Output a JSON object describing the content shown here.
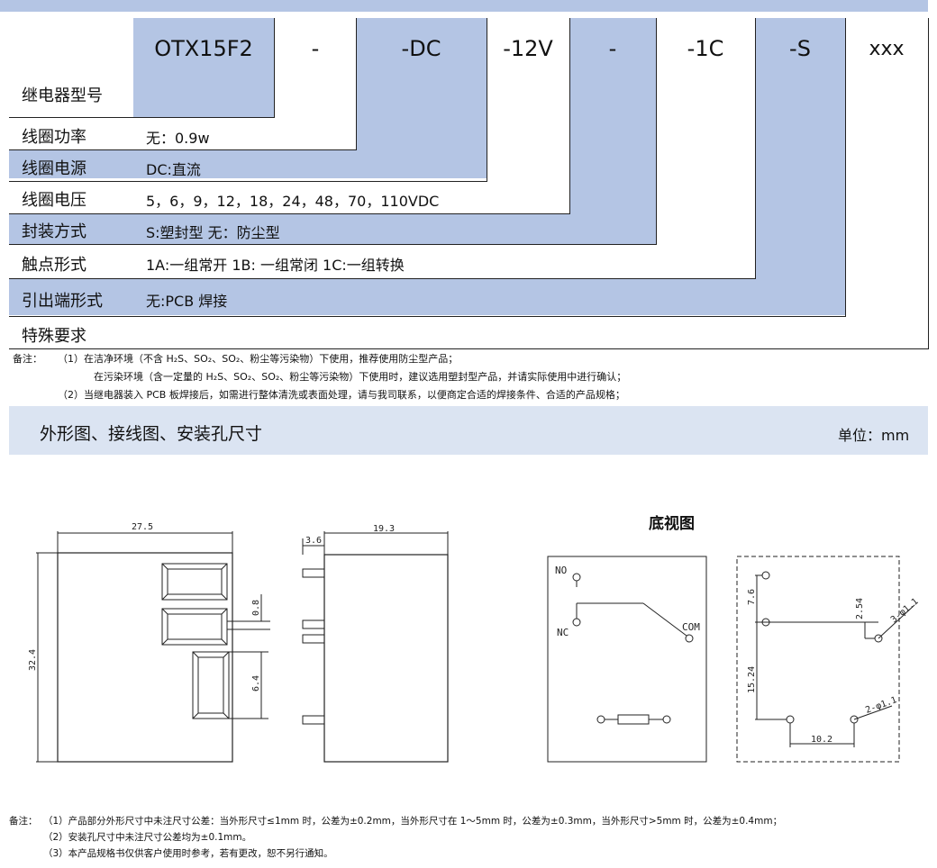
{
  "model_codes": [
    "OTX15F2",
    "-",
    "-DC",
    "-12V",
    "-",
    "-1C",
    "-S",
    "xxx"
  ],
  "rows": [
    {
      "label": "继电器型号",
      "desc": ""
    },
    {
      "label": "线圈功率",
      "desc": "无：0.9w"
    },
    {
      "label": "线圈电源",
      "desc": "DC:直流"
    },
    {
      "label": "线圈电压",
      "desc": "5，6，9，12，18，24，48，70，110VDC"
    },
    {
      "label": "封装方式",
      "desc": "S:塑封型   无：防尘型"
    },
    {
      "label": "触点形式",
      "desc": "1A:一组常开  1B: 一组常闭  1C:一组转换"
    },
    {
      "label": "引出端形式",
      "desc": "无:PCB 焊接"
    },
    {
      "label": "特殊要求",
      "desc": ""
    }
  ],
  "notes_top": {
    "prefix": "备注：",
    "line1": "（1）在洁净环境（不含 H₂S、SO₂、SO₂、粉尘等污染物）下使用，推荐使用防尘型产品；",
    "line2": "在污染环境（含一定量的 H₂S、SO₂、SO₂、粉尘等污染物）下使用时，建议选用塑封型产品，并请实际使用中进行确认；",
    "line3": "（2）当继电器装入 PCB 板焊接后，如需进行整体清洗或表面处理，请与我司联系，以便商定合适的焊接条件、合适的产品规格；"
  },
  "section": {
    "title": "外形图、接线图、安装孔尺寸",
    "unit": "单位：mm"
  },
  "drawing": {
    "bottom_view_title": "底视图",
    "dims": {
      "width": "27.5",
      "height": "32.4",
      "pin_w": "0.8",
      "pin_l": "6.4",
      "depth": "19.3",
      "pin_len": "3.6",
      "row1": "7.6",
      "pitch1": "2.54",
      "row2": "15.24",
      "span": "10.2",
      "hole1": "3-φ1.1",
      "hole2": "2-φ1.1"
    },
    "pins": {
      "no": "NO",
      "nc": "NC",
      "com": "COM"
    }
  },
  "notes_bottom": {
    "prefix": "备注：",
    "line1": "（1）产品部分外形尺寸中未注尺寸公差：当外形尺寸≤1mm 时，公差为±0.2mm，当外形尺寸在 1～5mm 时，公差为±0.3mm，当外形尺寸>5mm 时，公差为±0.4mm；",
    "line2": "（2）安装孔尺寸中未注尺寸公差均为±0.1mm。",
    "line3": "（3）本产品规格书仅供客户使用时参考，若有更改，恕不另行通知。"
  }
}
